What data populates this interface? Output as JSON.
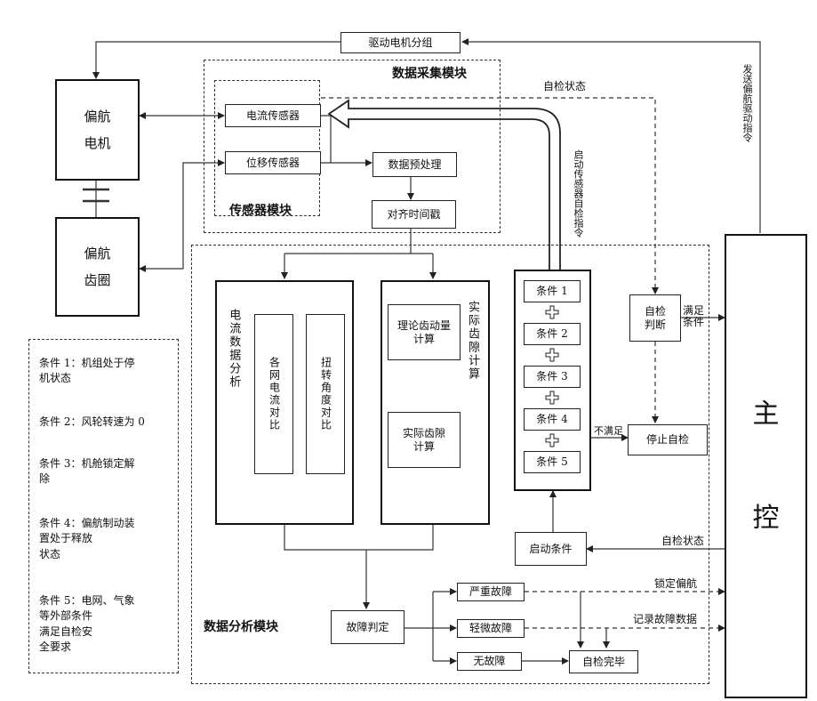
{
  "blocks": {
    "drive_motor_group": "驱动电机分组",
    "yaw_motor": "偏航\n电机",
    "yaw_ring": "偏航\n齿圈",
    "current_sensor": "电流传感器",
    "displacement_sensor": "位移传感器",
    "data_preprocessor": "数据预处理",
    "time_align": "对齐时间戳",
    "main_control": "主\n\n\n控",
    "current_analysis": "电流数据分析",
    "grid_current_compare": "各网电流对比",
    "angle_compare": "扭转角度对比",
    "theoretical_gap": "理论齿动量计算",
    "actual_gap_title": "实际齿隙计算",
    "actual_gap": "实际齿隙计算",
    "self_check_judge": "自检判断",
    "stop_self_check": "停止自检",
    "start_condition": "启动条件",
    "fault_judge": "故障判定",
    "severe_fault": "严重故障",
    "minor_fault": "轻微故障",
    "no_fault": "无故障",
    "self_check_done": "自检完毕"
  },
  "conditions": [
    "条件 1",
    "条件 2",
    "条件 3",
    "条件 4",
    "条件 5"
  ],
  "modules": {
    "data_collection": "数据采集模块",
    "sensor": "传感器模块",
    "data_analysis": "数据分析模块"
  },
  "edge_labels": {
    "self_check_status_top": "自检状态",
    "send_yaw_drive_cmd": "发送偏航驱动指令",
    "start_sensor_self_check": "启动传感器自检指令",
    "meets_condition": "满足\n条件",
    "not_meet": "不满足",
    "self_check_status_bottom": "自检状态",
    "lock_yaw": "锁定偏航",
    "record_fault_data": "记录故障数据"
  },
  "legend": [
    "条件 1：机组处于停\n机状态",
    "条件 2：风轮转速为 0",
    "条件 3：机舱锁定解\n除",
    "条件 4：偏航制动装\n置处于释放\n状态",
    "条件 5：电网、气象\n等外部条件\n满足自检安\n全要求"
  ]
}
